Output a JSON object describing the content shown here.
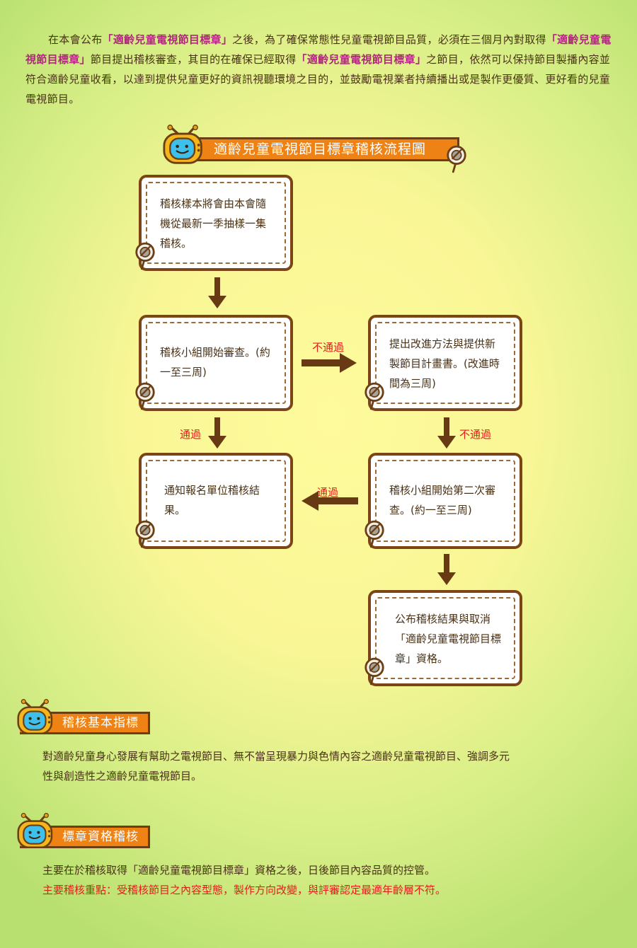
{
  "intro": {
    "t1": "在本會公布",
    "h1": "「適齡兒童電視節目標章」",
    "t2": "之後，為了確保常態性兒童電視節目品質，必須在三個月內對取得",
    "h2": "「適齡兒童電視節目標章」",
    "t3": "節目提出稽核審查，其目的在確保已經取得",
    "h3": "「適齡兒童電視節目標章」",
    "t4": "之節目，依然可以保持節目製播內容並符合適齡兒童收看，以達到提供兒童更好的資訊視聽環境之目的，並鼓勵電視業者持續播出或是製作更優質、更好看的兒童電視節目。"
  },
  "flowchart": {
    "title": "適齡兒童電視節目標章稽核流程圖",
    "steps": [
      {
        "text": "稽核樣本將會由本會隨機從最新一季抽樣一集稽核。"
      },
      {
        "text": "稽核小組開始審查。(約一至三周)"
      },
      {
        "text": "提出改進方法與提供新製節目計畫書。(改進時間為三周)"
      },
      {
        "text": "通知報名單位稽核結果。"
      },
      {
        "text": "稽核小組開始第二次審查。(約一至三周)"
      },
      {
        "text": "公布稽核結果與取消「適齡兒童電視節目標章」資格。"
      }
    ],
    "labels": {
      "fail_1": "不通過",
      "pass_1": "通過",
      "fail_2": "不通過",
      "pass_2": "通過"
    }
  },
  "section_basic": {
    "title": "稽核基本指標",
    "text": "對適齡兒童身心發展有幫助之電視節目、無不當呈現暴力與色情內容之適齡兒童電視節目、強調多元性與創造性之適齡兒童電視節目。"
  },
  "section_mark": {
    "title": "標章資格稽核",
    "text": "主要在於稽核取得「適齡兒童電視節目標章」資格之後，日後節目內容品質的控管。",
    "highlight": "主要稽核重點：受稽核節目之內容型態，製作方向改變，與評審認定最適年齡層不符。"
  },
  "colors": {
    "orange": "#ef8215",
    "brown": "#7c4516",
    "highlight_pink": "#b0287c",
    "red": "#e61c1c",
    "bg_yellow": "#f9f696",
    "bg_green": "#b8e070"
  },
  "icons": {
    "mascot": "tv-mascot-icon",
    "pin": "pushpin-icon"
  }
}
